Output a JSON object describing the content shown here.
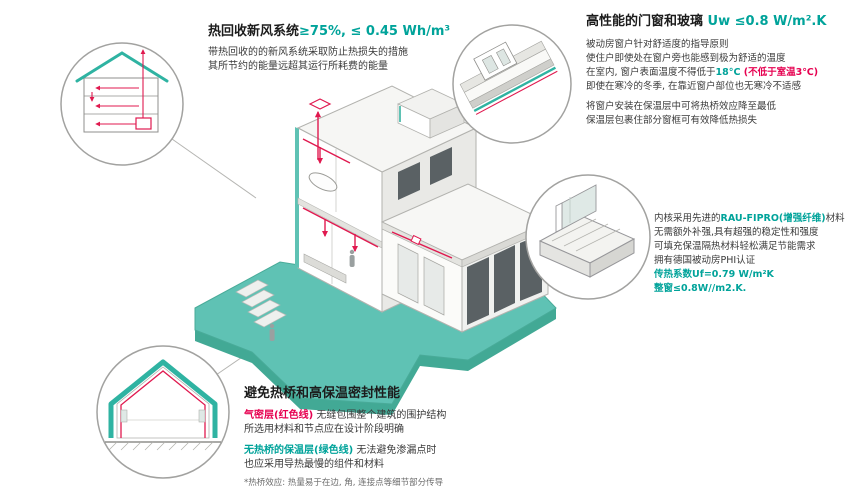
{
  "colors": {
    "green": "#00a39a",
    "red": "#e60050",
    "teal": "#5fc2b4",
    "duct": "#e0194f"
  },
  "heat_recovery": {
    "title": "热回收新风系统",
    "title_value": "≥75%, ≤ 0.45 Wh/m³",
    "lines": [
      "带热回收的的新风系统采取防止热损失的措施",
      "其所节约的能量远超其运行所耗费的能量"
    ]
  },
  "windows": {
    "title": "高性能的门窗和玻璃",
    "title_value": " Uw ≤0.8 W/m².K",
    "line1": "被动房窗户针对舒适度的指导原则",
    "line2": "使住户即使处在窗户旁也能感到极为舒适的温度",
    "line3_pre": "在室内, 窗户表面温度不得低于",
    "line3_temp": "18°C",
    "line3_paren": " (不低于室温3℃)",
    "line4": "即使在寒冷的冬季, 在靠近窗户部位也无寒冷不适感",
    "line5": "将窗户安装在保温层中可将热桥效应降至最低",
    "line6": "保温层包裹住部分窗框可有效降低热损失"
  },
  "profile": {
    "line1_pre": "内核采用先进的",
    "line1_green": "RAU-FIPRO(增强纤维)",
    "line1_post": "材料",
    "line2": "无需额外补强,具有超强的稳定性和强度",
    "line3": "可填充保温隔热材料轻松满足节能需求",
    "line4": "拥有德国被动房PHI认证",
    "line5": "传热系数Uf=0.79 W/m²K",
    "line6": "整窗≤0.8W//m2.K."
  },
  "thermal": {
    "title": "避免热桥和高保温密封性能",
    "line1_red": "气密层(红色线)",
    "line1_rest": " 无缝包围整个建筑的围护结构",
    "line2": "所选用材料和节点应在设计阶段明确",
    "line3_green": "无热桥的保温层(绿色线)",
    "line3_rest": " 无法避免渗漏点时",
    "line4": "也应采用导热最慢的组件和材料",
    "footnote": "*热桥效应: 热量易于在边, 角, 连接点等细节部分传导"
  }
}
